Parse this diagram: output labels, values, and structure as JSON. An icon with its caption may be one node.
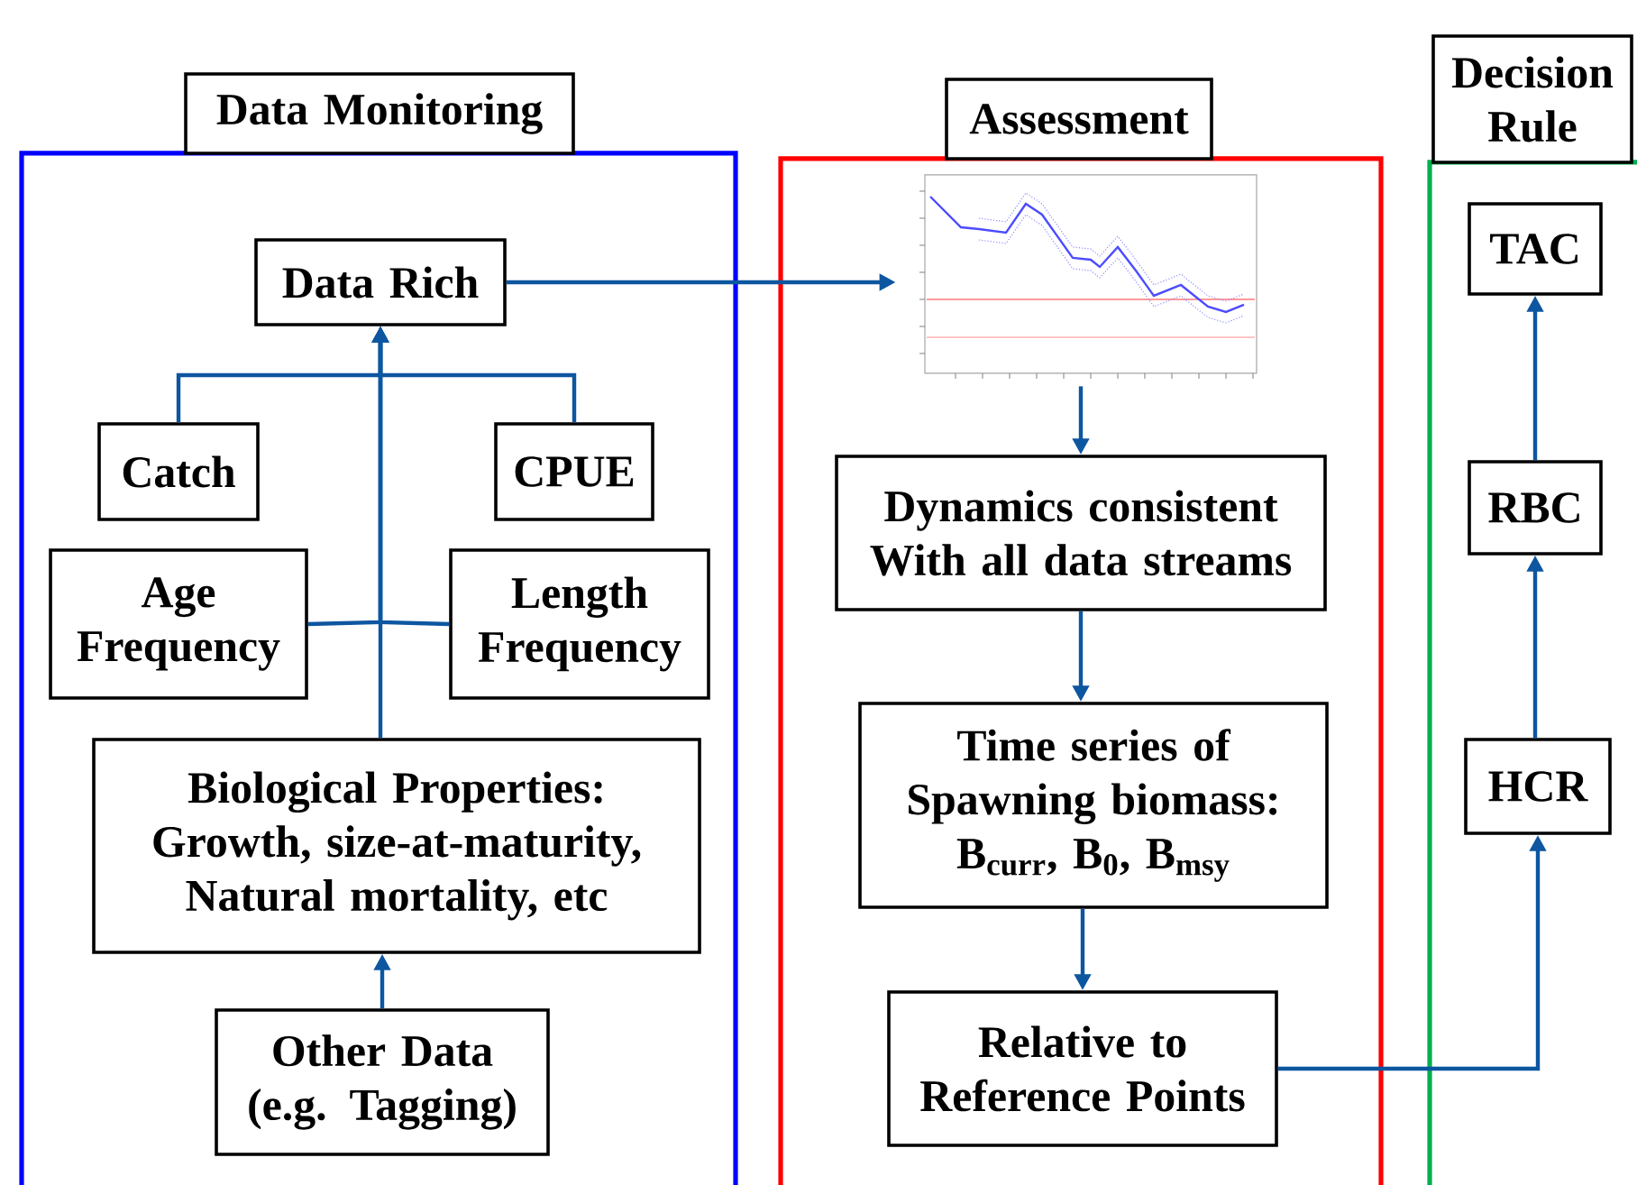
{
  "diagram": {
    "nodes": [
      {
        "text": [],
        "shape": "box"
      },
      {
        "text": [
          "Data Rich"
        ],
        "in": 0
      },
      {
        "text": [
          "Catch"
        ],
        "in": 0
      },
      {
        "text": [
          "CPUE"
        ],
        "in": 0
      },
      {
        "text": [
          "Age Frequency"
        ],
        "in": 0
      },
      {
        "text": [
          "Length Frequency"
        ],
        "in": 0
      },
      {
        "text": [
          "Biological Properties: Growth, size-at-maturity, Natural mortality, etc"
        ],
        "in": 0
      },
      {
        "text": [
          "Other Data (e.g. Tagging)"
        ],
        "in": 0
      },
      {
        "text": [],
        "shape": "box"
      },
      {
        "text": [],
        "shape": "picture",
        "in": 8
      },
      {
        "text": [
          "Dynamics consistent With all data streams"
        ],
        "in": 8
      },
      {
        "text": [
          "Time series of Spawning biomass: B$_{curr}$, B$_{0}$, B$_{msy}$"
        ],
        "in": 8
      },
      {
        "text": [
          "Relative to Reference Points"
        ],
        "in": 8
      },
      {
        "text": [],
        "shape": "box"
      },
      {
        "text": [
          "TAC"
        ],
        "in": 13
      },
      {
        "text": [
          "RBC"
        ],
        "in": 13
      },
      {
        "text": [
          "HCR"
        ],
        "in": 13
      },
      {
        "text": [
          "Data Monitoring"
        ]
      },
      {
        "text": [
          "Assessment"
        ]
      },
      {
        "text": [
          "Decision Rule"
        ]
      }
    ],
    "edges": [
      {
        "from": 2,
        "to": 1,
        "arrow": "to"
      },
      {
        "from": 3,
        "to": 1,
        "arrow": "to"
      },
      {
        "from": 4,
        "to": 1,
        "arrow": "to"
      },
      {
        "from": 5,
        "to": 1,
        "arrow": "to"
      },
      {
        "from": 6,
        "to": 1,
        "arrow": "to"
      },
      {
        "from": 7,
        "to": 6,
        "arrow": "to"
      },
      {
        "from": 1,
        "to": 9,
        "arrow": "to"
      },
      {
        "from": 9,
        "to": 10,
        "arrow": "to"
      },
      {
        "from": 10,
        "to": 11,
        "arrow": "to"
      },
      {
        "from": 11,
        "to": 12,
        "arrow": "to"
      },
      {
        "from": 12,
        "to": 16,
        "arrow": "to"
      },
      {
        "from": 16,
        "to": 15,
        "arrow": "to"
      },
      {
        "from": 15,
        "to": 14,
        "arrow": "to"
      }
    ]
  }
}
